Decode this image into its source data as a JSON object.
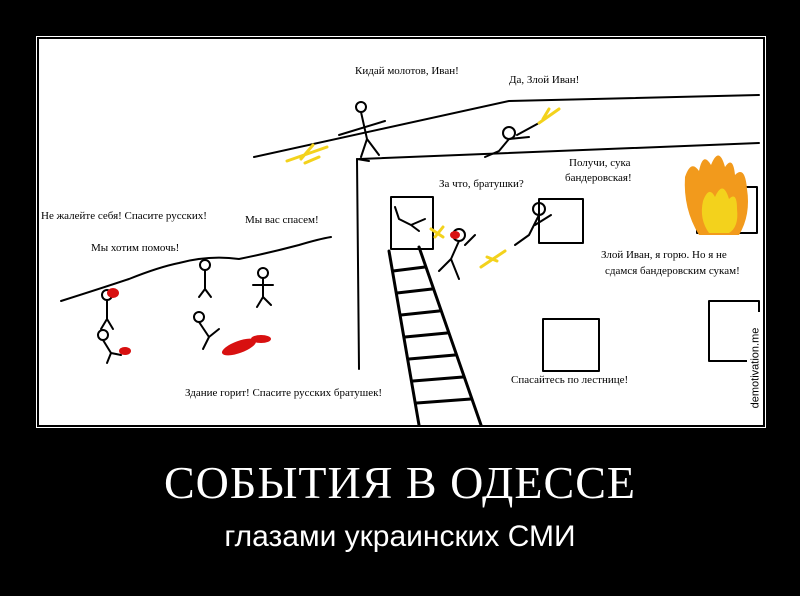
{
  "poster": {
    "title": "СОБЫТИЯ В ОДЕССЕ",
    "subtitle": "глазами украинских СМИ",
    "watermark": "demotivation.me"
  },
  "captions": {
    "throw_molotov": "Кидай молотов, Иван!",
    "yes_evil_ivan": "Да, Злой Иван!",
    "why_brothers": "За что, братушки?",
    "take_that_line1": "Получи, сука",
    "take_that_line2": "бандеровская!",
    "dont_spare": "Не жалейте себя! Спасите русских!",
    "we_save_you": "Мы вас спасем!",
    "want_help": "Мы хотим помочь!",
    "burning_line1": "Злой Иван, я горю. Но я не",
    "burning_line2": "сдамся бандеровским сукам!",
    "ladder": "Спасайтесь по лестнице!",
    "building_burning": "Здание горит! Спасите русских братушек!"
  }
}
